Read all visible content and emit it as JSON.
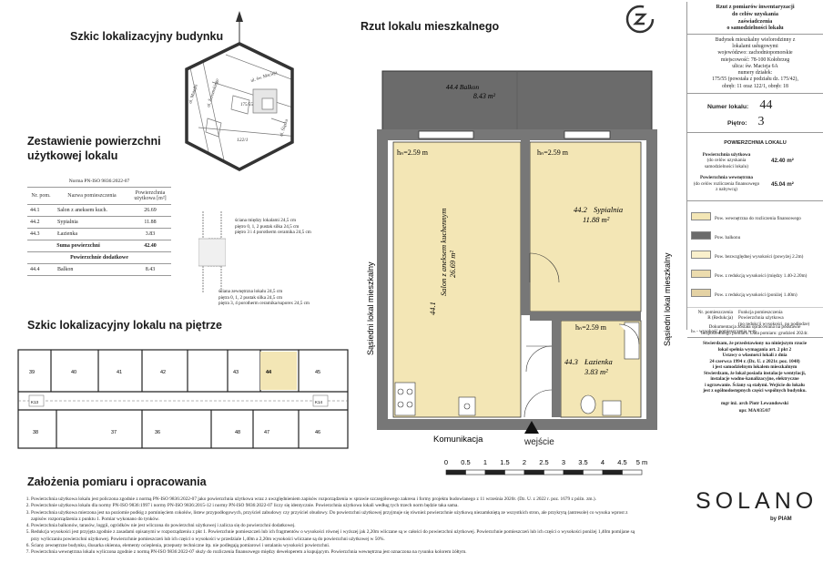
{
  "sections": {
    "building_sketch": "Szkic lokalizacyjny budynku",
    "area_summary": "Zestawienie powierzchni użytkowej lokalu",
    "floor_sketch": "Szkic lokalizacyjny lokalu na piętrze",
    "plan_title": "Rzut lokalu mieszkalnego",
    "assumptions": "Założenia pomiaru i opracowania"
  },
  "building_map": {
    "streets": [
      "ul. Matejki",
      "ul. Żeromskiego",
      "ul. św. Macieja",
      "ul. Śląska"
    ],
    "parcels": [
      "175/55",
      "122/1"
    ]
  },
  "area_table": {
    "norm": "Norma PN-ISO 9836:2022-07",
    "headers": [
      "Nr. pom.",
      "Nazwa pomieszczenia",
      "Powierzchnia użytkowa [m²]"
    ],
    "rows": [
      {
        "nr": "44.1",
        "name": "Salon z aneksem kuch.",
        "area": "26.69"
      },
      {
        "nr": "44.2",
        "name": "Sypialnia",
        "area": "11.88"
      },
      {
        "nr": "44.3",
        "name": "Łazienka",
        "area": "3.83"
      }
    ],
    "sum_label": "Suma powierzchni",
    "sum_value": "42.40",
    "additional_label": "Powierzchnie dodatkowe",
    "additional_rows": [
      {
        "nr": "44.4",
        "name": "Balkon",
        "area": "8.43"
      }
    ]
  },
  "wall_notes": {
    "inner": "ściana między lokalami 24,5 cm\npiętro 0, 1, 2 pustak silka 24,5 cm\npiętro 3 i 4 porotherm ceramika 24,5 cm",
    "outer": "ściana zewnętrzna lokalu 24,5 cm\npiętra 0, 1, 2 pustak silka 24,5 cm\npiętra 3, 4 porotherm ceramika/suporex 24,5 cm"
  },
  "floor_units_top": [
    "39",
    "40",
    "41",
    "42",
    "43",
    "44",
    "45"
  ],
  "floor_units_bottom": [
    "38",
    "37",
    "36",
    "48",
    "47",
    "46"
  ],
  "floor_stairs": [
    "K13",
    "K14"
  ],
  "plan": {
    "balcony_label": "44.4  Balkon",
    "balcony_area": "8.43 m²",
    "living_label": "Salon z aneksem kuchennym",
    "living_nr": "44.1",
    "living_area": "26.69 m²",
    "bedroom_nr": "44.2",
    "bedroom_label": "Sypialnia",
    "bedroom_area": "11.88 m²",
    "bath_nr": "44.3",
    "bath_label": "Łazienka",
    "bath_area": "3.83 m²",
    "heights": [
      "hₙ=2.59 m",
      "hₙ=2.59 m",
      "hₙ=2.59 m"
    ],
    "neighbor_left": "Sąsiedni lokal mieszkalny",
    "neighbor_right": "Sąsiedni lokal mieszkalny",
    "corridor": "Komunikacja",
    "entrance": "wejście"
  },
  "scale": {
    "ticks": [
      "0",
      "0.5",
      "1",
      "1.5",
      "2",
      "2.5",
      "3",
      "3.5",
      "4",
      "4.5",
      "5 m"
    ]
  },
  "right_panel": {
    "header": "Rzut z pomiarów inwentaryzacji\ndo celów uzyskania\nzaświadczenia\no samodzielności lokalu",
    "building_info": "Budynek mieszkalny wielorodzinny z\nlokalami usługowymi\nwojewódzwo: zachodniopomorskie\nmiejscowość: 78-100 Kołobrzeg\nulica: św. Macieja 6A\nnumery działek:\n175/55 (powstała z podziału dz. 175/42),\nobręb: 11 oraz 122/1, obręb: 18",
    "unit_label": "Numer lokalu:",
    "unit_value": "44",
    "floor_label": "Piętro:",
    "floor_value": "3",
    "area_title": "POWIERZCHNIA LOKALU",
    "usable_label": "Powierzchnia użytkowa",
    "usable_sub": "(do celów uzyskania samodzielności lokalu)",
    "usable_value": "42.40 m²",
    "internal_label": "Powierzchnia wewnętrzna",
    "internal_sub": "(do celów rozliczenia finansowego z nabywcą)",
    "internal_value": "45.04 m²",
    "legend": [
      {
        "color": "#f3e6b5",
        "text": "Pow. wewnętrzna do rozliczenia finansowego"
      },
      {
        "color": "#6b6b6b",
        "text": "Pow. balkonu"
      },
      {
        "color": "#faf0cc",
        "text": "Pow. bezwzględnej wysokości (powyżej 2.2m)"
      },
      {
        "color": "#ecdcae",
        "text": "Pow. z redukcją wysokości (między 1.40-2.20m)"
      },
      {
        "color": "#e4d2a4",
        "text": "Pow. z redukcją wysokości (poniżej 1.40m)"
      }
    ],
    "legend_small": {
      "nr_label": "Nr. pomieszczenia",
      "func_label": "Funkcja pomieszczenia",
      "r_label": "R (Redukcja)",
      "area_label": "Powierzchnia użytkowa\n(po redukcji wysokości, po podłodze)",
      "h_label": "hₙ - wysokość pomieszczenia w m"
    },
    "doc_note": "Dokumentacja została opracowana na podstawie\nbezpośredniego pomiaru. Data pomiaru: grudzień 2024r.",
    "certification": "Stwierdzam, że przedstawiony na niniejszym rzucie\nlokal spełnia wymagania art. 2 pkt 2\nUstawy o własności lokali z dnia\n24 czerwca 1994 r. (Dz. U. z 2021r. poz. 1048)\ni jest samodzielnym lokalem mieszkalnym\nStwierdzam, że lokal posiada instalacje wentylacji,\ninstalacje wodno-kanalizacyjne, elektryczne\ni ogrzewanie. Ściany są stałymi. Wejście do lokalu\njest z ogólnodostępnych części wspólnych budynku.",
    "author": "mgr inż. arch Piotr Lewandowski",
    "author_license": "upr. MA/035/07"
  },
  "brand": {
    "name": "SOLANO",
    "by": "by PIAM"
  },
  "notes": [
    "Powierzchnia użytkowa lokalu jest policzona zgodnie z normą PN-ISO 9836:2022-07 jako powierzchnia użytkowa wraz z uwzględnieniem zapisów rozporządzenia w sprawie szczegółowego zakresu i formy projektu budowlanego z 11 września 2020r. (Dz. U. z 2022 r. poz. 1679 z późn. zm.).",
    "Powierzchnie użytkowa lokalu dla normy PN-ISO 9836:1997 i normy PN-ISO 9836:2015-12 i normy PN-ISO 9836:2022-07 liczy się identycznie. Powierzchnia użytkowa lokali według tych trzech norm będzie taka sama.",
    "Powierzchnia użytkowa mierzona jest na poziomie podłóg z pominięciem cokołów, listew przypodłogowych, przyściel zabudowy czy przyściel obudowy. Do powierzchni użytkowej przyjmuje się również powierzchnie użytkową niezamkniętą ze wszystkich stron, ale przykrytą (antresole) co wysoka wprost z zapisów rozporządzenia z punktu 1. Pomiar wykonano do tynków.",
    "Powierzchnia balkonów, tarasów, loggii, ogródków nie jest wliczona do powierzchni użytkowej i zalicza się do powierzchni dodatkowej.",
    "Redukcja wysokości jest przyjęta zgodnie z zasadami opisanymi w rozporządzeniu z pkt 1. Powierzchnie pomieszczeń lub ich fragmentów o wysokości równej i wyższej jak 2,20m wliczane są w całości do powierzchni użytkowej. Powierzchnie pomieszczeń lub ich części o wysokości poniżej 1,40m pomijane są przy wyliczaniu powierzchni użytkowej. Powierzchnie pomieszczeń lub ich części o wysokości w przedziale 1,40m a 2,20m wysokości wliczane są do powierzchni użytkowej w 50%.",
    "Ściany zewnętrzne budynku, ślusarka okienna, elementy ocieplenia, przepusty techniczne itp. nie podlegają pomiarowi i ustalaniu wysokości powierzchni.",
    "Powierzchnia wewnętrzna lokalu wyliczona zgodnie z normą PN-ISO 9836:2022-07 służy do rozliczenia finansowego między deweloperem a kupującym. Powierzchnia wewnętrzna jest oznaczona na rysunku kolorem żółtym."
  ]
}
